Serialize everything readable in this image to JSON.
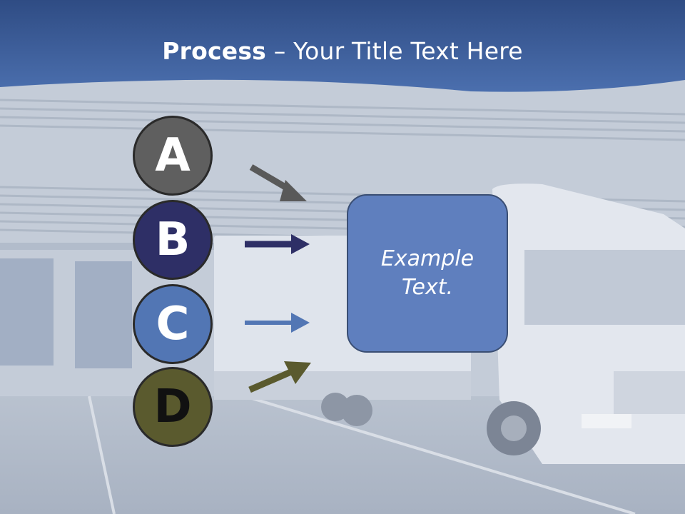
{
  "slide": {
    "title_bold": "Process",
    "title_rest": " – Your Title Text Here"
  },
  "steps": [
    {
      "letter": "A",
      "color": "#5f5f5f",
      "text_color": "#ffffff",
      "arrow_color": "#595959"
    },
    {
      "letter": "B",
      "color": "#2e2f66",
      "text_color": "#ffffff",
      "arrow_color": "#2e2f66"
    },
    {
      "letter": "C",
      "color": "#5276b4",
      "text_color": "#ffffff",
      "arrow_color": "#5276b4"
    },
    {
      "letter": "D",
      "color": "#5a5a2e",
      "text_color": "#111111",
      "arrow_color": "#5a5a2e"
    }
  ],
  "box": {
    "text": "Example\nText.",
    "color": "#5f7fbe"
  },
  "colors": {
    "banner": "#3f5f99",
    "banner_light": "#6b8fcf"
  }
}
